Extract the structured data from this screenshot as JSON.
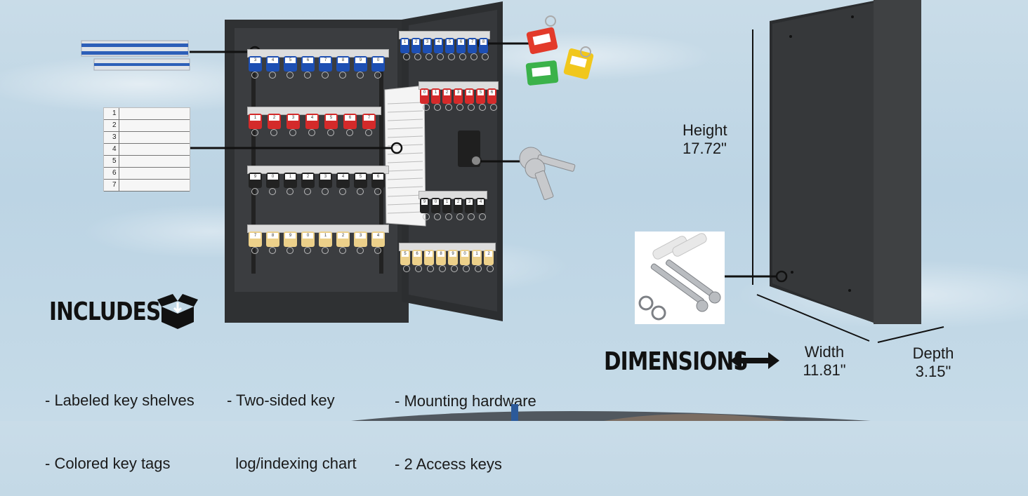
{
  "includes": {
    "heading": "INCLUDES",
    "features": [
      "- Labeled key shelves",
      "- Colored key tags",
      "- Two-sided key",
      "  log/indexing chart",
      "- Mounting hardware",
      "- 2 Access keys"
    ],
    "box_icon": "open-box-icon"
  },
  "dimensions": {
    "heading": "DIMENSIONS",
    "arrow_icon": "double-arrow-icon",
    "height_label": "Height",
    "height_value": "17.72\"",
    "width_label": "Width",
    "width_value": "11.81\"",
    "depth_label": "Depth",
    "depth_value": "3.15\""
  },
  "chart_rows": [
    "1",
    "2",
    "3",
    "4",
    "5",
    "6",
    "7"
  ],
  "tag_colors": {
    "blue": "#1d4fb3",
    "red": "#d42a2a",
    "black": "#222222",
    "yellow": "#ecd08a",
    "green": "#3bb24a",
    "key_red": "#e33a2a",
    "key_yellow": "#f1c71c"
  },
  "shelf_numbers": {
    "blue": [
      "3",
      "4",
      "5",
      "6",
      "7",
      "8",
      "9",
      "0"
    ],
    "door_blue": [
      "1",
      "2",
      "3",
      "4",
      "5",
      "6",
      "7",
      "8"
    ],
    "red": [
      "1",
      "2",
      "3",
      "4",
      "5",
      "6",
      "7"
    ],
    "door_red": [
      "0",
      "1",
      "2",
      "3",
      "4",
      "5",
      "6"
    ],
    "black": [
      "9",
      "0",
      "1",
      "2",
      "3",
      "4",
      "5",
      "6"
    ],
    "door_black": [
      "9",
      "0",
      "1",
      "2",
      "3",
      "4"
    ],
    "yellow": [
      "7",
      "8",
      "9",
      "0",
      "1",
      "2",
      "3",
      "4"
    ],
    "door_yellow": [
      "5",
      "6",
      "7",
      "8",
      "9",
      "0",
      "1",
      "2"
    ]
  }
}
